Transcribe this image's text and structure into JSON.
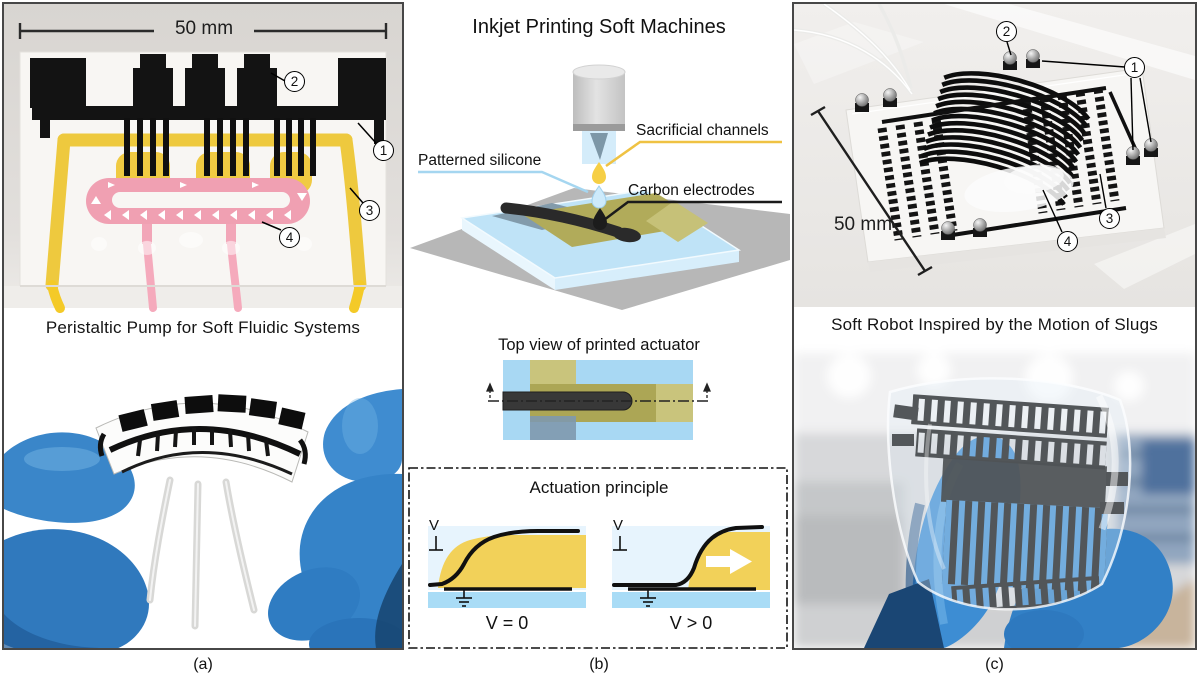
{
  "panel_a": {
    "scale_bar": "50 mm",
    "caption": "Peristaltic Pump for Soft Fluidic Systems",
    "annotations": {
      "n1": "1",
      "n2": "2",
      "n3": "3",
      "n4": "4"
    }
  },
  "panel_b": {
    "title": "Inkjet Printing Soft Machines",
    "label_patterned_silicone": "Patterned silicone",
    "label_sacrificial_channels": "Sacrificial channels",
    "label_carbon_electrodes": "Carbon electrodes",
    "top_view_caption": "Top view of printed actuator",
    "actuation": {
      "title": "Actuation principle",
      "v_label": "V",
      "state_zero": "V = 0",
      "state_positive": "V > 0"
    }
  },
  "panel_c": {
    "scale_bar": "50 mm",
    "caption": "Soft Robot Inspired by the Motion of Slugs",
    "annotations": {
      "n1": "1",
      "n2": "2",
      "n3": "3",
      "n4": "4"
    }
  },
  "figure_labels": {
    "a": "(a)",
    "b": "(b)",
    "c": "(c)"
  },
  "colors": {
    "sacrificial_yellow": "#F2D159",
    "channel_pink": "#F0A0B2",
    "silicone_light_blue": "#A9DCF6",
    "silicone_pale_blue": "#E7F4FD",
    "overlap_olive": "#ACA655",
    "overlap_olive_light": "#C9C47C",
    "electrode_gray_blue": "#7E99AE",
    "carbon_black": "#151515",
    "glove_blue": "#3A86C9",
    "panel_border_gray": "#474747"
  }
}
